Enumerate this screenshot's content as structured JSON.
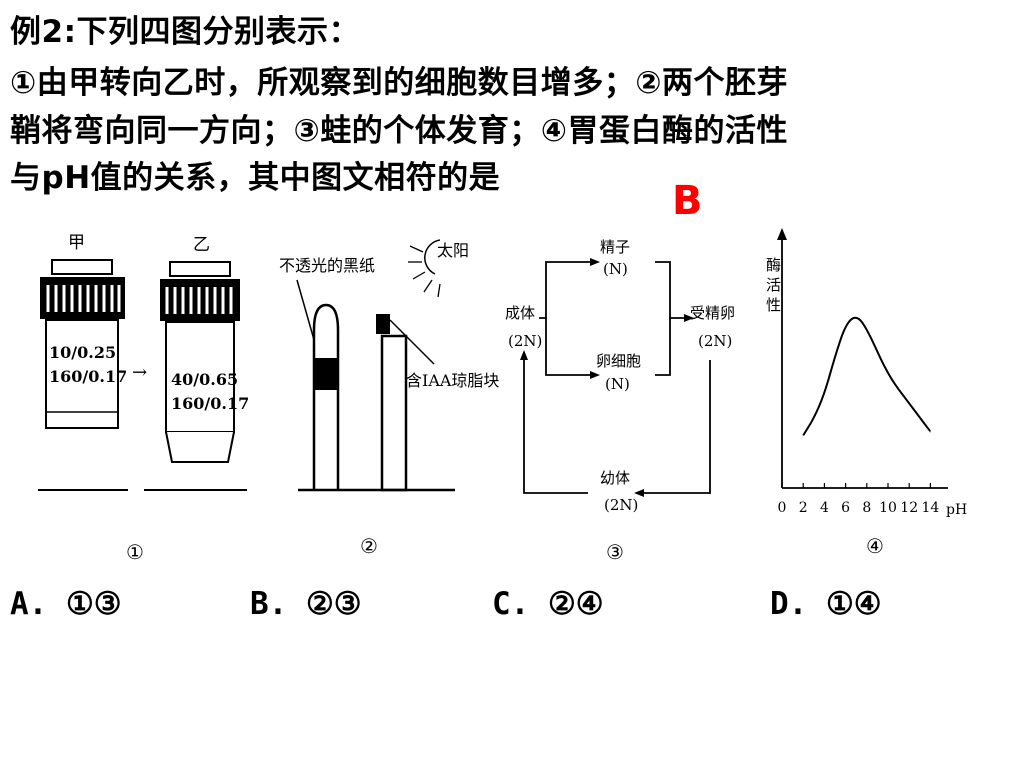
{
  "question": {
    "line1": "例2:下列四图分别表示：",
    "line2": "①由甲转向乙时，所观察到的细胞数目增多；②两个胚芽",
    "line3": "鞘将弯向同一方向；③蛙的个体发育；④胃蛋白酶的活性",
    "line4": "与pH值的关系，其中图文相符的是"
  },
  "answer_mark": "B",
  "fig1": {
    "label_jia": "甲",
    "label_yi": "乙",
    "lens1_line1": "10/0.25",
    "lens1_line2": "160/0.17",
    "lens2_line1": "40/0.65",
    "lens2_line2": "160/0.17",
    "arrow": "→",
    "number": "①"
  },
  "fig2": {
    "paper_label": "不透光的黑纸",
    "sun_label": "太阳",
    "agar_label": "含IAA琼脂块",
    "number": "②"
  },
  "fig3": {
    "adult_l1": "成体",
    "adult_l2": "(2N)",
    "sperm_l1": "精子",
    "sperm_l2": "(N)",
    "egg_l1": "卵细胞",
    "egg_l2": "(N)",
    "zygote_l1": "受精卵",
    "zygote_l2": "(2N)",
    "larva_l1": "幼体",
    "larva_l2": "(2N)",
    "number": "③"
  },
  "fig4": {
    "y_label_1": "酶",
    "y_label_2": "活",
    "y_label_3": "性",
    "x_unit": "pH",
    "number": "④"
  },
  "chart_data": {
    "type": "line",
    "xlabel": "pH",
    "ylabel": "酶活性",
    "x_ticks": [
      0,
      2,
      4,
      6,
      8,
      10,
      12,
      14
    ],
    "series": [
      {
        "x": [
          2,
          3,
          4,
          5,
          6,
          7,
          8,
          10,
          12,
          14
        ],
        "values": [
          0.28,
          0.37,
          0.5,
          0.7,
          0.87,
          0.92,
          0.85,
          0.6,
          0.45,
          0.3
        ]
      }
    ]
  },
  "options": {
    "a": "A. ①③",
    "b": "B. ②③",
    "c": "C. ②④",
    "d": "D. ①④"
  }
}
